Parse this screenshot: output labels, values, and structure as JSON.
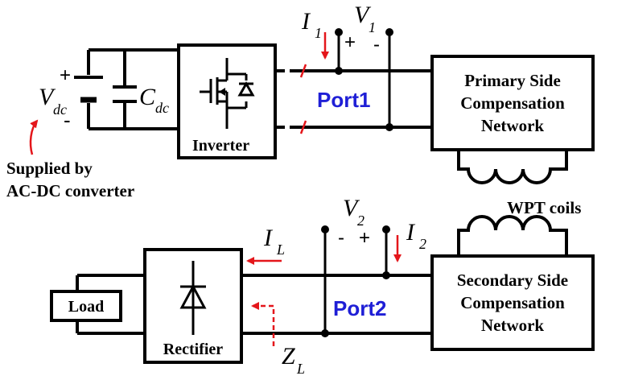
{
  "labels": {
    "vdc": "V",
    "vdc_sub": "dc",
    "cdc": "C",
    "cdc_sub": "dc",
    "plus": "+",
    "minus": "-",
    "supplied_line1": "Supplied by",
    "supplied_line2": "AC-DC converter",
    "inverter": "Inverter",
    "i1": "I",
    "i1_sub": "1",
    "v1": "V",
    "v1_sub": "1",
    "port1": "Port1",
    "primary_line1": "Primary Side",
    "primary_line2": "Compensation",
    "primary_line3": "Network",
    "wpt_coils": "WPT coils",
    "secondary_line1": "Secondary Side",
    "secondary_line2": "Compensation",
    "secondary_line3": "Network",
    "v2": "V",
    "v2_sub": "2",
    "i2": "I",
    "i2_sub": "2",
    "il": "I",
    "il_sub": "L",
    "port2": "Port2",
    "zl": "Z",
    "zl_sub": "L",
    "load": "Load",
    "rectifier": "Rectifier"
  },
  "colors": {
    "wire": "#000000",
    "annotation": "#e4161b",
    "port_label": "#1f1fd6"
  }
}
